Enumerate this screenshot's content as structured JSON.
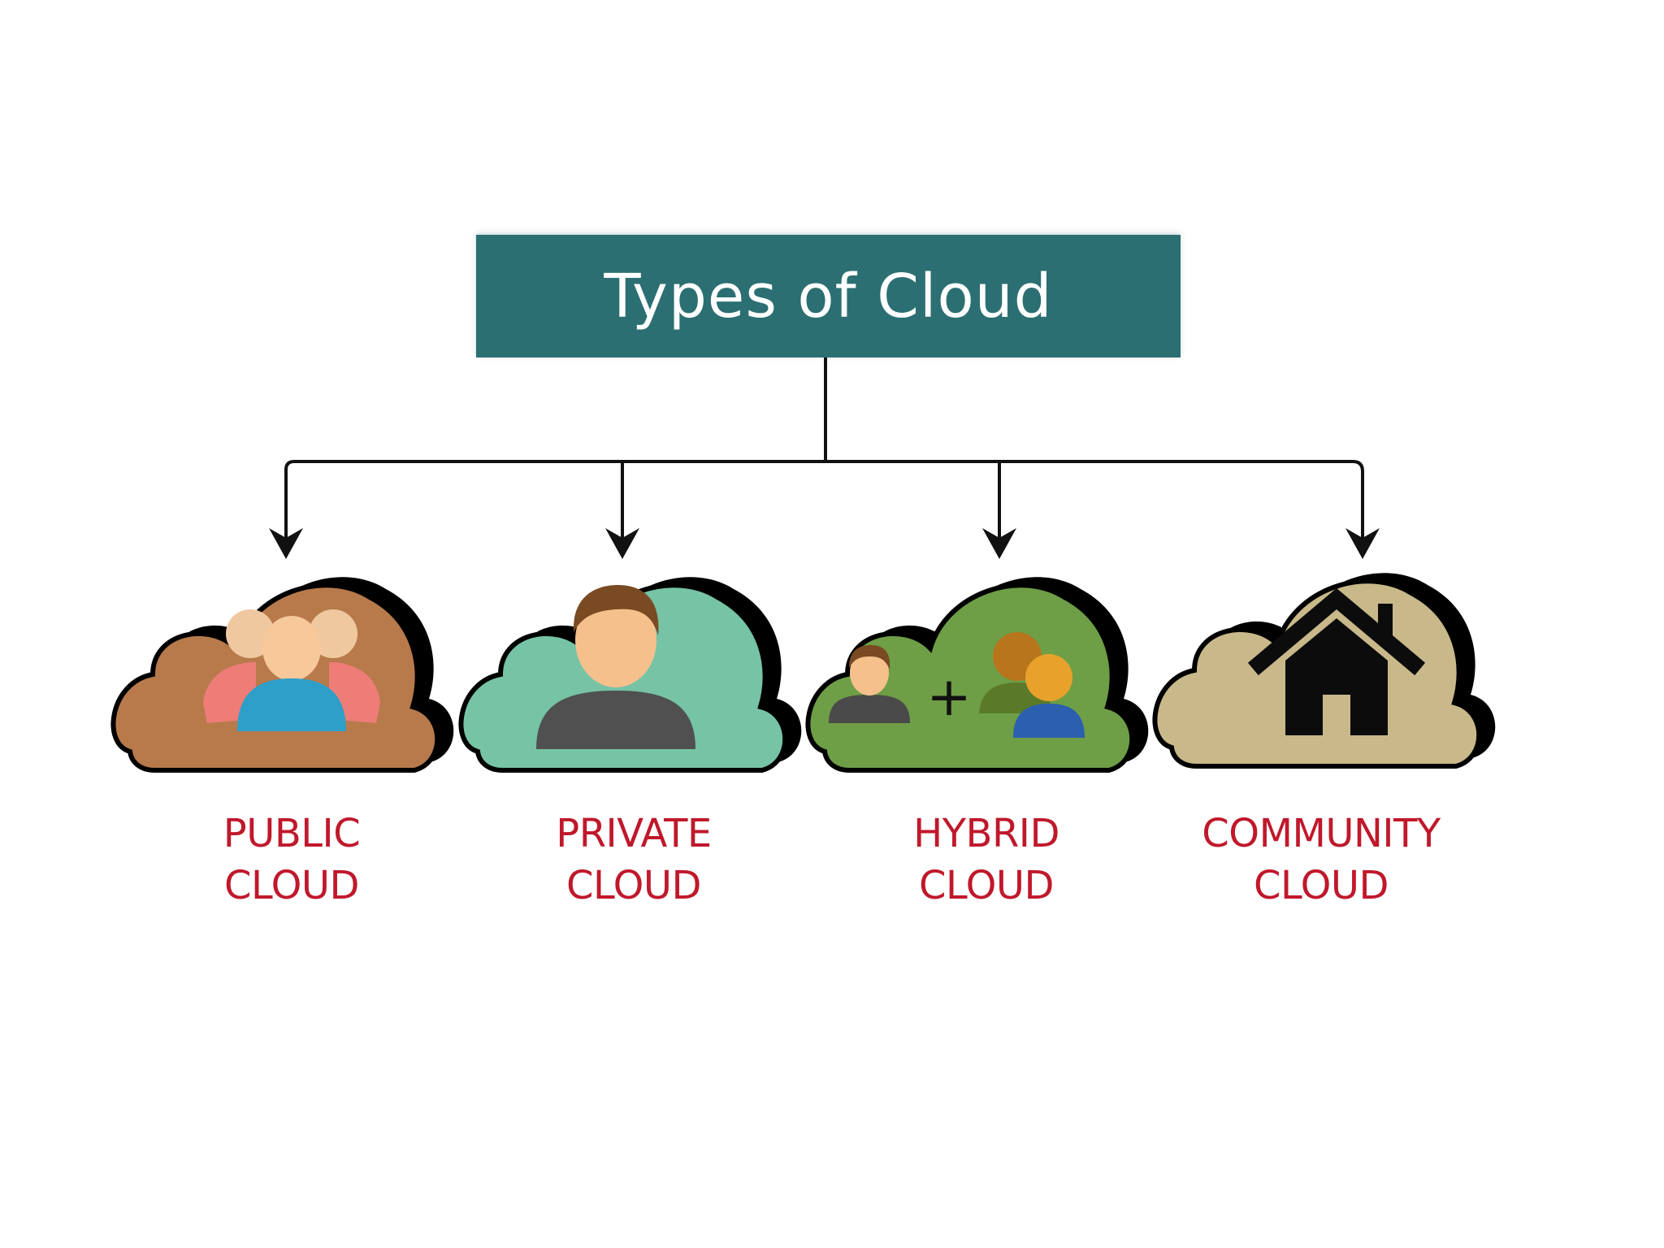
{
  "diagram": {
    "title": "Types of Cloud",
    "clouds": [
      {
        "id": "public",
        "line1": "PUBLIC",
        "line2": "CLOUD",
        "color": "#b87a4b",
        "icon": "group-users-icon"
      },
      {
        "id": "private",
        "line1": "PRIVATE",
        "line2": "CLOUD",
        "color": "#76c3a6",
        "icon": "single-user-icon"
      },
      {
        "id": "hybrid",
        "line1": "HYBRID",
        "line2": "CLOUD",
        "color": "#6e9e46",
        "icon": "user-plus-users-icon"
      },
      {
        "id": "community",
        "line1": "COMMUNITY",
        "line2": "CLOUD",
        "color": "#c9b98a",
        "icon": "house-icon"
      }
    ],
    "colors": {
      "title_bg": "#2b6f72",
      "title_text": "#ffffff",
      "label_text": "#c0182b",
      "connector": "#111111",
      "cloud_outline": "#000000"
    }
  }
}
